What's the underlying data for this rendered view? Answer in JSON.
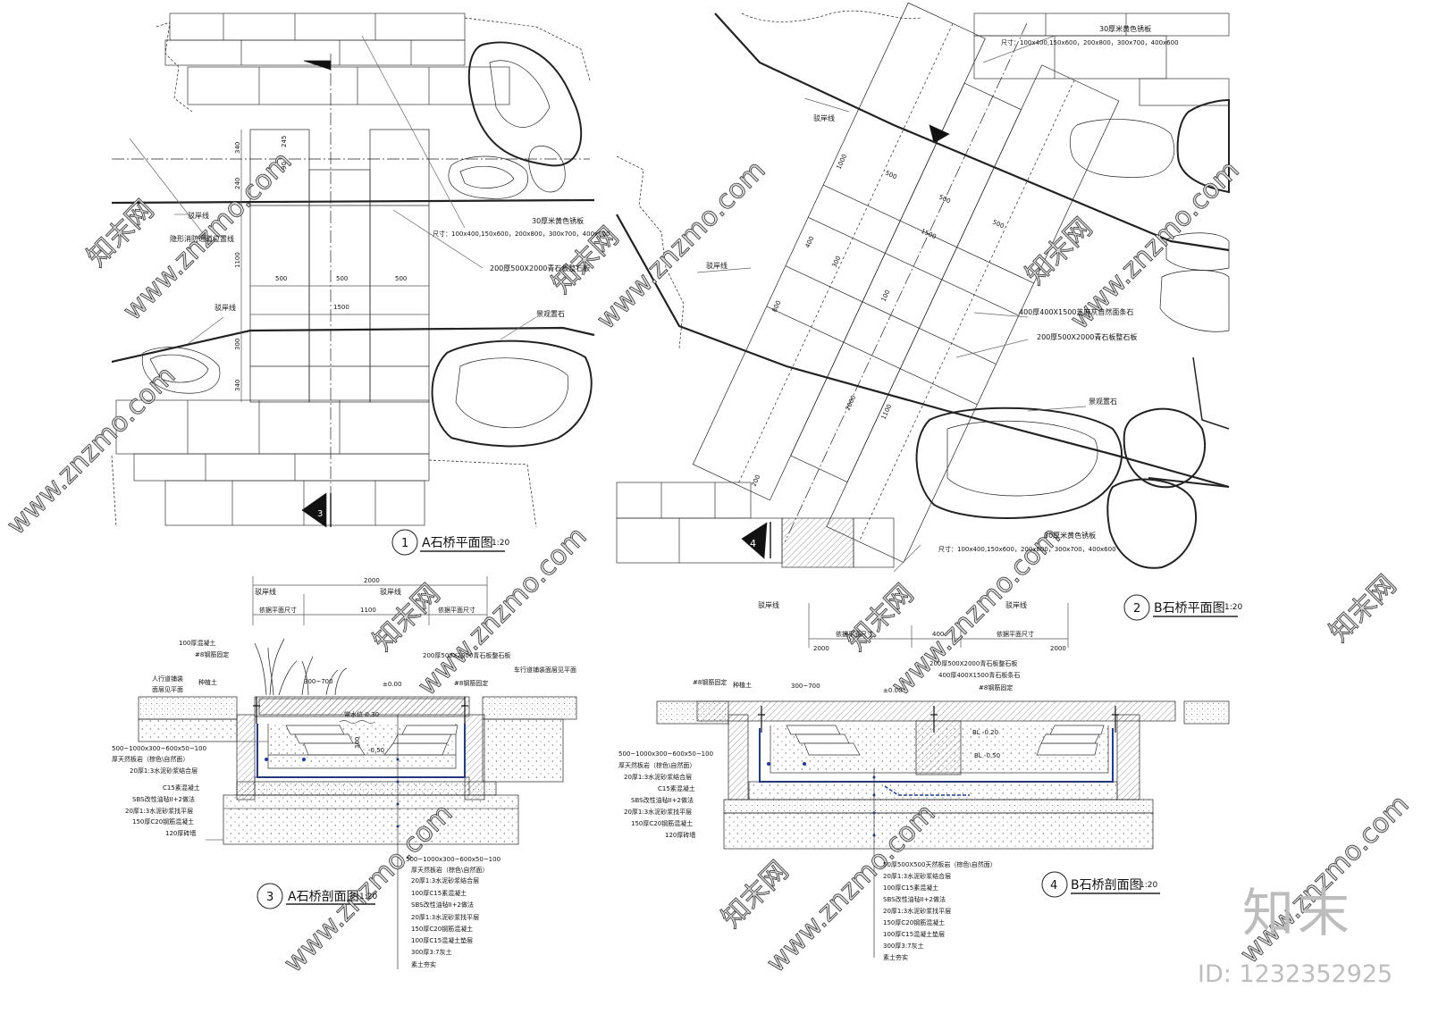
{
  "watermark": {
    "site_text": "www.znzmo.com",
    "cn_text": "知末网",
    "brand": "知末",
    "id_text": "ID: 1232352925"
  },
  "plan_a": {
    "number": "1",
    "title": "A石桥平面图",
    "scale": "1:20",
    "labels": {
      "bank1": "驳岸线",
      "bank2": "驳岸线",
      "fire_lane": "隐形消防通道位置线",
      "paving": "30厚米黄色锈板",
      "paving_size": "尺寸：100x400,150x600，200x800，300x700，400x600",
      "slab": "200厚500X2000青石板整石板",
      "rock": "景观置石"
    },
    "dims": {
      "d500a": "500",
      "d500b": "500",
      "d500c": "500",
      "d1500": "1500",
      "d1100": "1100",
      "d300": "300",
      "d340": "340",
      "d340b": "340",
      "d240": "240",
      "d90": "90",
      "d245": "245"
    },
    "section_mark": "3"
  },
  "plan_b": {
    "number": "2",
    "title": "B石桥平面图",
    "scale": "1:20",
    "labels": {
      "paving": "30厚米黄色锈板",
      "paving_size": "尺寸：100x400,150x600，200x800，300x700，400x600",
      "bank1": "驳岸线",
      "bank2": "驳岸线",
      "granite": "400厚400X1500芝麻灰自然面条石",
      "slab": "200厚500X2000青石板整石板",
      "rock": "景观置石",
      "paving2": "30厚米黄色锈板",
      "paving2_size": "尺寸：100x400,150x600，200x800，300x700，400x600"
    },
    "dims": {
      "d500a": "500",
      "d500b": "500",
      "d500c": "500",
      "d1500": "1500",
      "d1000": "1000",
      "d400": "400",
      "d300": "300",
      "d800": "800",
      "d100": "100",
      "d2000": "2000",
      "d1100": "1100",
      "d200": "200"
    },
    "section_mark": "4"
  },
  "section_a": {
    "number": "3",
    "title": "A石桥剖面图",
    "scale": "1:20",
    "top_dims": {
      "overall": "2000",
      "mid": "1100",
      "left": "依据平面尺寸",
      "right": "依据平面尺寸",
      "bank_l": "驳岸线",
      "bank_r": "驳岸线"
    },
    "labels": {
      "concrete100": "100厚混凝土",
      "rebar": "#8钢筋固定",
      "sidewalk": "人行道铺装",
      "sidewalk2": "面层见平面",
      "soil": "种植土",
      "slab": "200厚500X2000青石板整石板",
      "rebar2": "#8钢筋固定",
      "roadway": "车行道铺装面层见平面",
      "elev0": "±0.00",
      "water": "常水位-0.30",
      "d300_700": "300~700",
      "d300": "300",
      "elev_low": "-0.50"
    },
    "left_layers": [
      "500~1000x300~600x50~100",
      "厚天然板岩（棕色\\自然面）",
      "20厚1:3水泥砂浆结合层",
      "C15素混凝土",
      "SBS改性油毡II+2做法",
      "20厚1:3水泥砂浆找平层",
      "150厚C20钢筋混凝土",
      "120厚砖墙"
    ],
    "bottom_layers": [
      "500~1000x300~600x50~100",
      "厚天然板岩（棕色\\自然面）",
      "20厚1:3水泥砂浆结合层",
      "100厚C15素混凝土",
      "SBS改性油毡II+2做法",
      "20厚1:3水泥砂浆找平层",
      "150厚C20钢筋混凝土",
      "100厚C15混凝土垫层",
      "300厚3:7灰土",
      "素土夯实"
    ]
  },
  "section_b": {
    "number": "4",
    "title": "B石桥剖面图",
    "scale": "1:20",
    "top_dims": {
      "d2000a": "2000",
      "d400": "400",
      "d2000b": "2000",
      "left": "依据平面尺寸",
      "right": "依据平面尺寸",
      "bank_l": "驳岸线",
      "bank_r": "驳岸线"
    },
    "labels": {
      "slab": "200厚500X2000青石板整石板",
      "granite": "400厚400X1500青石板条石",
      "rebar": "#8钢筋固定",
      "rebar2": "#8钢筋固定",
      "soil": "种植土",
      "d300_700": "300~700",
      "elev0": "±0.00",
      "elev1": "BL -0.20",
      "elev2": "BL -0.50"
    },
    "left_layers": [
      "500~1000x300~600x50~100",
      "厚天然板岩（棕色\\自然面）",
      "20厚1:3水泥砂浆结合层",
      "C15素混凝土",
      "SBS改性油毡II+2做法",
      "20厚1:3水泥砂浆找平层",
      "150厚C20钢筋混凝土",
      "120厚砖墙"
    ],
    "bottom_layers": [
      "50厚500X500天然板岩（棕色\\自然面）",
      "20厚1:3水泥砂浆结合层",
      "100厚C15素混凝土",
      "SBS改性油毡II+2做法",
      "20厚1:3水泥砂浆找平层",
      "150厚C20钢筋混凝土",
      "100厚C15混凝土垫层",
      "300厚3:7灰土",
      "素土夯实"
    ]
  }
}
